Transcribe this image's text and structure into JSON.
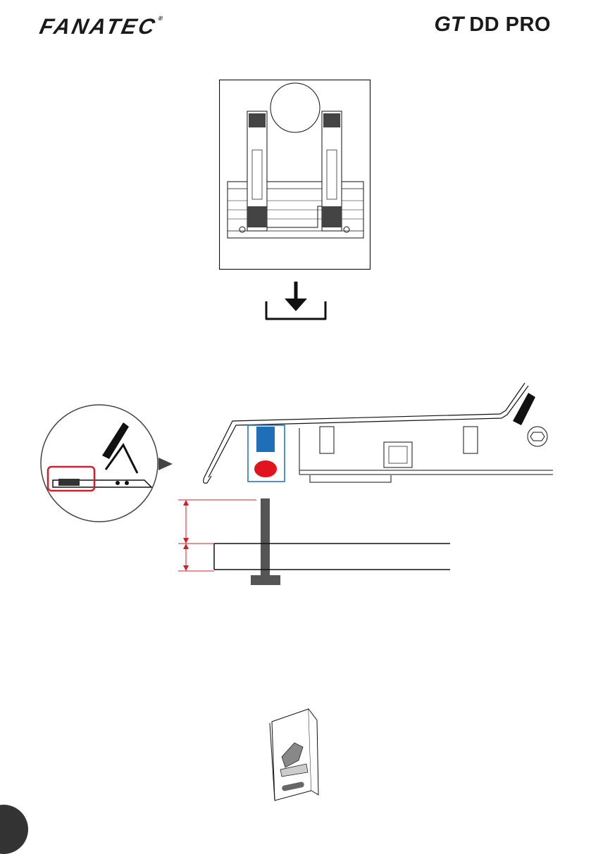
{
  "header": {
    "brand": "FANATEC",
    "brand_mark": "®",
    "product_logo": "GT",
    "product_name": "DD PRO"
  },
  "figures": {
    "top_view": {
      "icon": "pedal-set-top-view"
    },
    "step_icon": "arrow-down-into-tray-icon",
    "detail_circle": {
      "icon": "pedal-side-view-magnified"
    },
    "side_view": {
      "icon": "pedal-frame-side-view",
      "colors": {
        "blue_marker": "#1e6fb8",
        "red_marker": "#e0141e",
        "callout": "#d0202b"
      }
    },
    "dimension_diagram": {
      "icon": "mounting-bolt-dimension-diagram",
      "color": "#d0202b"
    },
    "manual_booklet": {
      "icon": "user-manual-booklet-icon"
    }
  },
  "footer": {
    "page_tab": "page-number-tab"
  }
}
